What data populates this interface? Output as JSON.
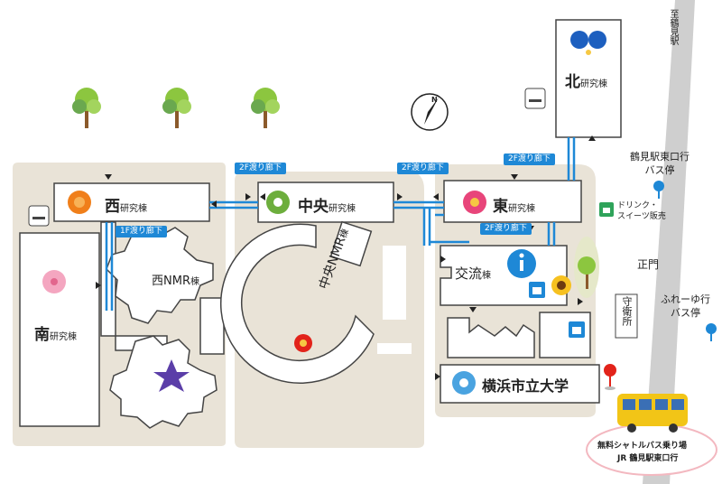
{
  "buildings": {
    "north": {
      "name": "北",
      "suffix": "研究棟"
    },
    "west": {
      "name": "西",
      "suffix": "研究棟"
    },
    "central": {
      "name": "中央",
      "suffix": "研究棟"
    },
    "east": {
      "name": "東",
      "suffix": "研究棟"
    },
    "south": {
      "name": "南",
      "suffix": "研究棟"
    },
    "west_nmr": {
      "name": "西NMR",
      "suffix": "棟"
    },
    "central_nmr": {
      "name": "中央NMR",
      "suffix": "棟"
    },
    "exchange": {
      "name": "交流",
      "suffix": "棟"
    },
    "university": {
      "name": "横浜市立大学"
    }
  },
  "bridges": {
    "b1": "2F渡り廊下",
    "b2": "2F渡り廊下",
    "b3": "2F渡り廊下",
    "b4": "2F渡り廊下",
    "b5": "1F渡り廊下"
  },
  "labels": {
    "to_station": "至鶴見駅",
    "bus_stop_east": "鶴見駅東口行\nバス停",
    "drinks": "ドリンク・\nスイーツ販売",
    "main_gate": "正門",
    "guard": "守衛所",
    "bus_stop_fureyu": "ふれーゆ行\nバス停",
    "shuttle_line1": "無料シャトルバス乗り場",
    "shuttle_line2": "JR 鶴見駅東口行"
  },
  "colors": {
    "grounds": "#e9e3d7",
    "bridge": "#1e88d6",
    "road": "#cccccc",
    "pin_red": "#e2231a",
    "pin_blue": "#1e88d6",
    "bus": "#f2c517",
    "shuttle_ring": "#f3b8c0"
  },
  "icons": [
    "compass-icon",
    "smoking-icon",
    "tree-icon",
    "info-icon",
    "bus-icon",
    "flower-icon",
    "pin-icon",
    "store-icon"
  ]
}
